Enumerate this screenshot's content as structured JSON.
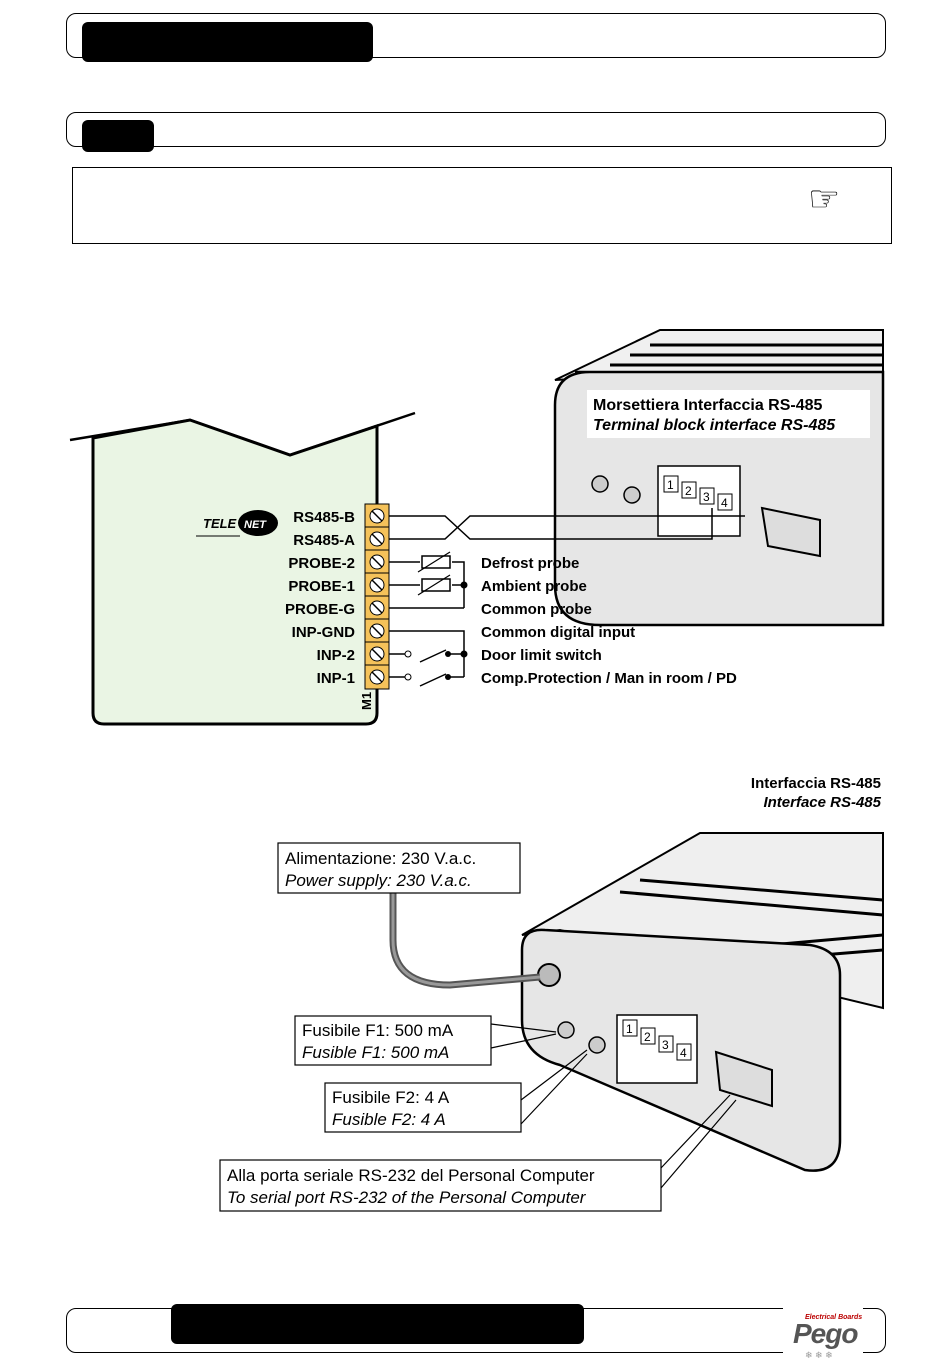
{
  "note": {
    "icon": "pointing-hand-icon"
  },
  "terminal_block": {
    "id": "M1",
    "brand": "TELENET",
    "pins": [
      "RS485-B",
      "RS485-A",
      "PROBE-2",
      "PROBE-1",
      "PROBE-G",
      "INP-GND",
      "INP-2",
      "INP-1"
    ]
  },
  "wiring_labels": [
    "Defrost probe",
    "Ambient probe",
    "Common probe",
    "Common digital input",
    "Door limit switch",
    "Comp.Protection / Man in room / PD"
  ],
  "interface_top": {
    "title_it": "Morsettiera Interfaccia RS-485",
    "title_en": "Terminal block interface RS-485",
    "connector_pins": [
      "1",
      "2",
      "3",
      "4"
    ]
  },
  "interface_bottom": {
    "title_it": "Interfaccia RS-485",
    "title_en": "Interface RS-485",
    "connector_pins": [
      "1",
      "2",
      "3",
      "4"
    ]
  },
  "callouts": {
    "power": {
      "it": "Alimentazione: 230 V.a.c.",
      "en": "Power supply: 230 V.a.c."
    },
    "fuse1": {
      "it": "Fusibile F1: 500 mA",
      "en": "Fusible F1: 500 mA"
    },
    "fuse2": {
      "it": "Fusibile F2: 4 A",
      "en": "Fusible F2: 4 A"
    },
    "serial": {
      "it": "Alla porta seriale RS-232 del Personal Computer",
      "en": "To serial port RS-232 of the Personal Computer"
    }
  },
  "footer": {
    "logo_text": "Pego",
    "logo_subtitle": "Electrical Boards"
  },
  "colors": {
    "board_fill": "#eaf5e4",
    "terminal_fill": "#f5c25a",
    "device_fill": "#e6e6e6"
  }
}
